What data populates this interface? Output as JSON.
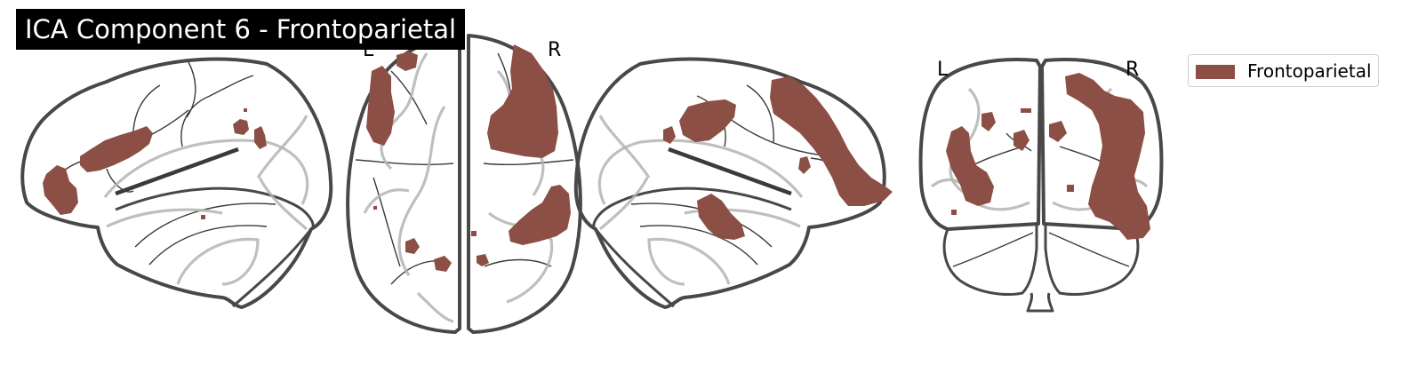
{
  "figure": {
    "title": "ICA Component 6 - Frontoparietal",
    "overlay_color": "#8b4f45",
    "outline_color": "#484848",
    "background": "#ffffff",
    "views": [
      {
        "name": "sagittal-left",
        "labels": []
      },
      {
        "name": "axial",
        "labels": [
          "L",
          "R"
        ]
      },
      {
        "name": "sagittal-right",
        "labels": []
      },
      {
        "name": "coronal",
        "labels": [
          "L",
          "R"
        ]
      }
    ],
    "legend": {
      "label": "Frontoparietal",
      "color": "#8b4f45"
    }
  }
}
